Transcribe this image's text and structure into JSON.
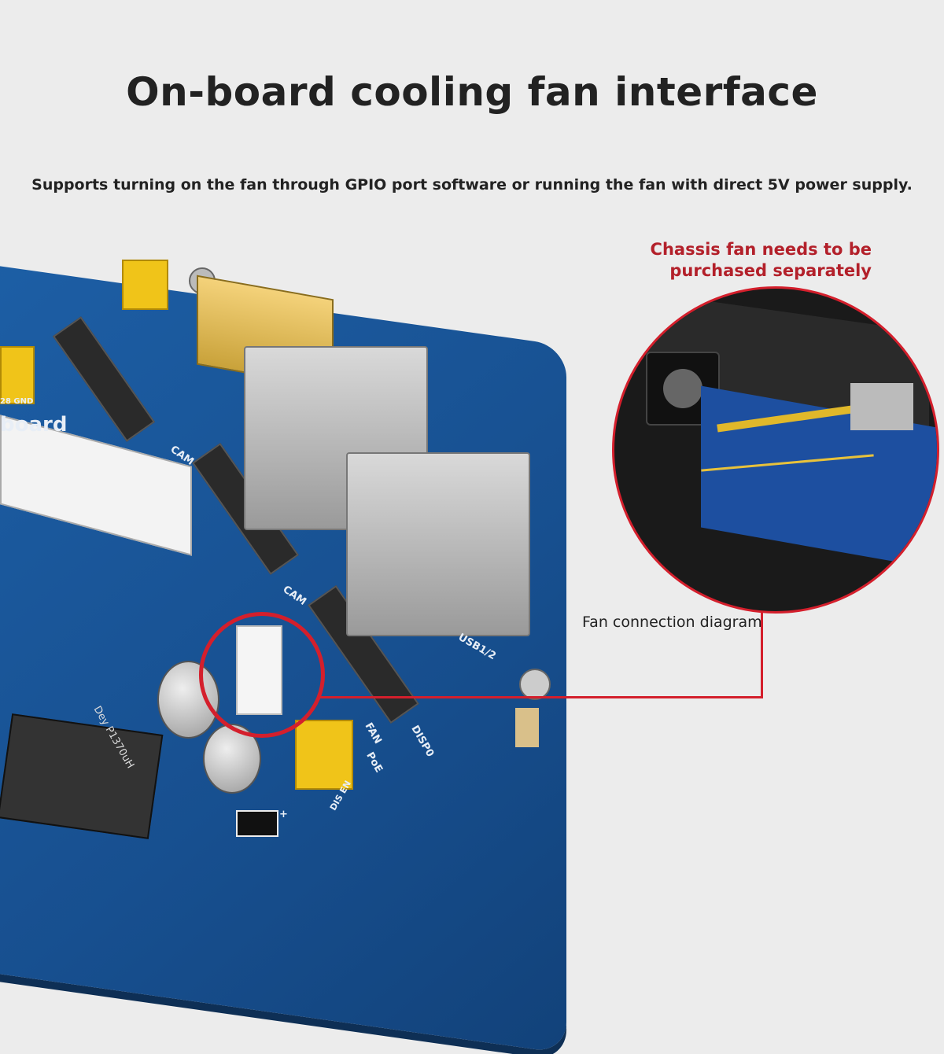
{
  "title": "On-board cooling fan interface",
  "subtitle": "Supports turning on the fan through GPIO port software or running the fan with direct 5V power supply.",
  "note": {
    "line1": "Chassis fan needs to be",
    "line2": "purchased separately"
  },
  "caption": "Fan connection diagram",
  "board_labels": {
    "board": "board",
    "gnd": "28 GND",
    "cam0": "CAM",
    "cam1": "CAM",
    "usb": "USB1/2",
    "disp": "DISP0",
    "fan": "FAN",
    "poe": "PoE",
    "dis_en": "DIS  EN",
    "inductor": "Dey P1370uH",
    "plus": "+"
  },
  "colors": {
    "accent": "#d41f2c",
    "board": "#1d5fa6",
    "background": "#ececec"
  }
}
